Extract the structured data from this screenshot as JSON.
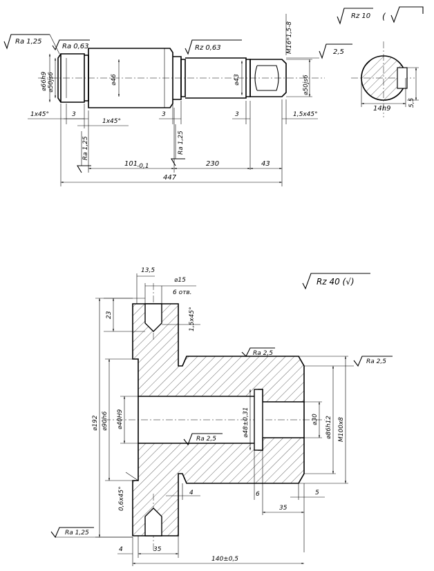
{
  "shaft": {
    "rough_main": "Rz 10",
    "rough_main_paren": "(",
    "rough_ra125_a": "Ra 1,25",
    "rough_ra063": "Ra 0,63",
    "rough_rz063": "Rz 0,63",
    "thread": "M16*1,5-8",
    "rough_25": "2,5",
    "d66": "⌀66h9",
    "d50s6_left": "⌀50js6",
    "d46": "⌀46",
    "d43": "⌀43",
    "d50s6_right": "⌀50js6",
    "ch_left1": "1x45°",
    "dim_3a": "3",
    "ch_left2": "1x45°",
    "dim_3b": "3",
    "dim_3c": "3",
    "ch_right": "1,5x45°",
    "rough_ra125_b": "Ra 1,25",
    "rough_ra125_c": "Ra 1,25",
    "len_101": "101",
    "len_101_sub": "-0,1",
    "len_230": "230",
    "len_43": "43",
    "len_447": "447",
    "key_width": "14h9",
    "key_depth": "5,5",
    "section_label": ""
  },
  "hub": {
    "rough_main": "Rz 40 (√)",
    "dim_135": "13,5",
    "d15": "⌀15",
    "holes": "6 отв.",
    "dim_23": "23",
    "ch_15": "1,5x45°",
    "rough_ra25_top": "Ra 2,5",
    "rough_ra25_right": "Ra 2,5",
    "d192": "⌀192",
    "d90": "⌀90h6",
    "d40": "⌀40H9",
    "d48": "⌀48±0,31",
    "d30": "⌀30",
    "d86": "⌀86h12",
    "m100": "M100x8",
    "rough_ra25_bore": "Ra 2,5",
    "ch_06": "0,6x45°",
    "dim_4a": "4",
    "dim_6": "6",
    "dim_5": "5",
    "dim_35a": "35",
    "rough_ra125": "Ra 1,25",
    "dim_4b": "4",
    "dim_35b": "35",
    "dim_140": "140±0,5"
  }
}
